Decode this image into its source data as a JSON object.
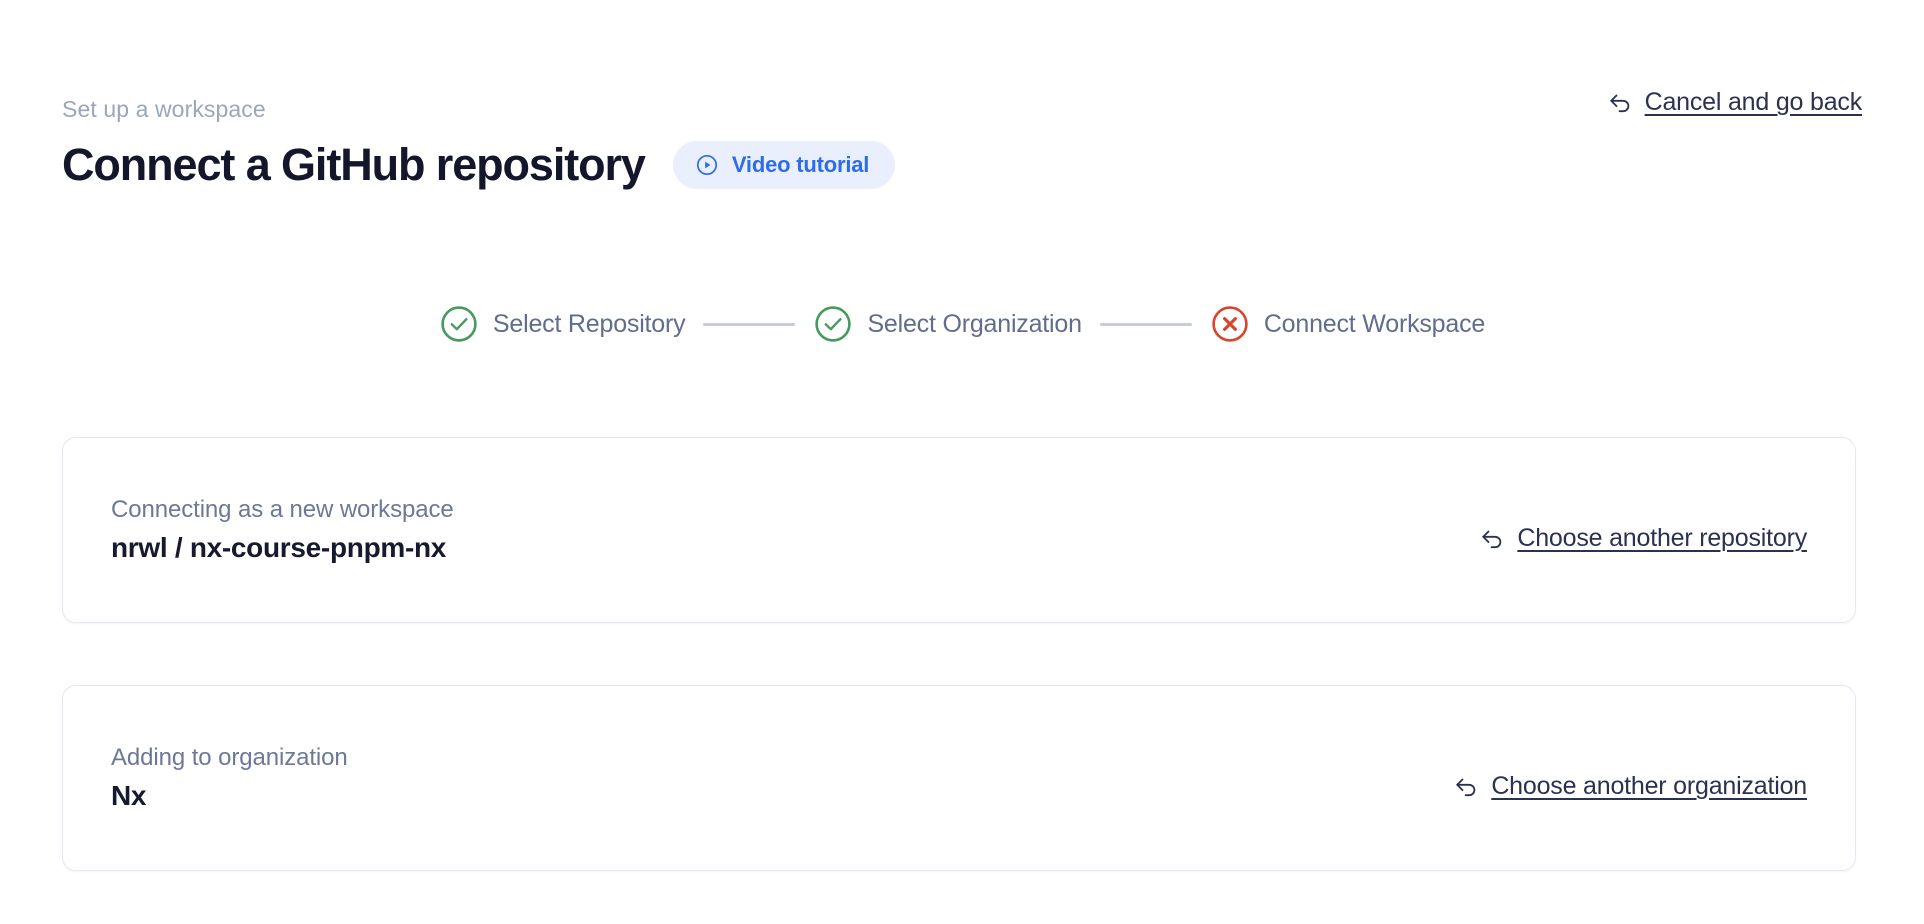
{
  "header": {
    "breadcrumb": "Set up a workspace",
    "title": "Connect a GitHub repository",
    "video_tutorial_label": "Video tutorial",
    "video_tutorial_icon": "play-circle-icon",
    "cancel_label": "Cancel and go back",
    "cancel_icon": "back-arrow-icon"
  },
  "colors": {
    "accent_blue": "#2f6cec",
    "pill_background": "#e9effc",
    "step_complete_green": "#479a5d",
    "step_error_red": "#d9442c",
    "connector_gray": "#c5ccdf",
    "muted_text": "#6d7899",
    "breadcrumb_text": "#9ba5bd",
    "link_text": "#2b3150",
    "card_border": "#e6e8f1",
    "title_text": "#14172b"
  },
  "stepper": {
    "steps": [
      {
        "label": "Select Repository",
        "state": "complete",
        "icon": "check-circle-icon"
      },
      {
        "label": "Select Organization",
        "state": "complete",
        "icon": "check-circle-icon"
      },
      {
        "label": "Connect Workspace",
        "state": "error",
        "icon": "x-circle-icon"
      }
    ]
  },
  "cards": [
    {
      "caption": "Connecting as a new workspace",
      "owner": "nrwl",
      "separator": " / ",
      "repo": "nx-course-pnpm-nx",
      "action_label": "Choose another repository",
      "action_icon": "back-arrow-icon"
    },
    {
      "caption": "Adding to organization",
      "value": "Nx",
      "action_label": "Choose another organization",
      "action_icon": "back-arrow-icon"
    }
  ]
}
